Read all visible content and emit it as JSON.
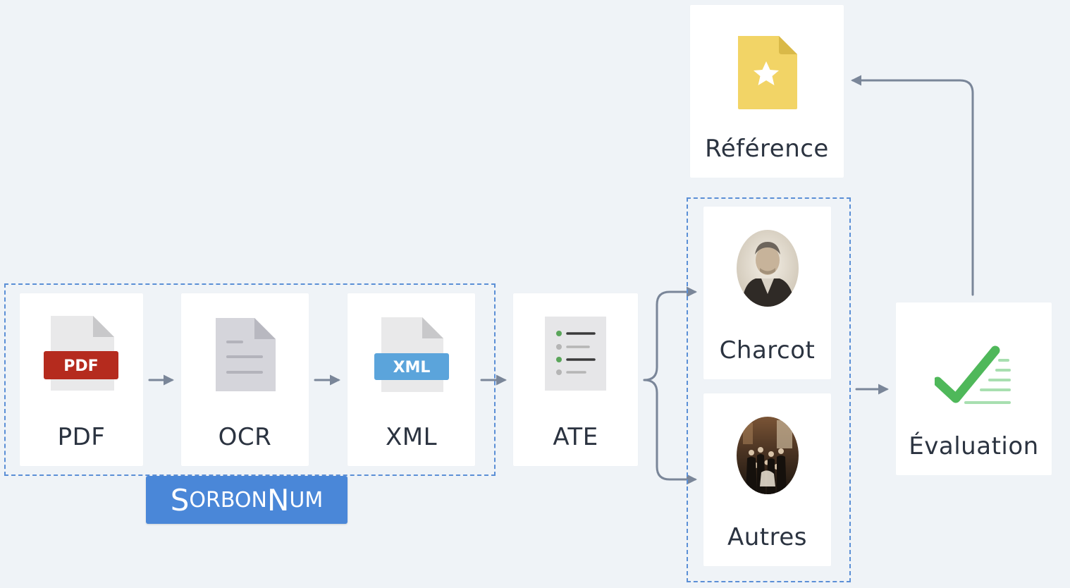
{
  "nodes": {
    "pdf": {
      "label": "PDF",
      "icon": "pdf-file-icon",
      "badge": "PDF"
    },
    "ocr": {
      "label": "OCR",
      "icon": "text-document-icon"
    },
    "xml": {
      "label": "XML",
      "icon": "xml-file-icon",
      "badge": "XML"
    },
    "ate": {
      "label": "ATE",
      "icon": "bullet-list-icon"
    },
    "charcot": {
      "label": "Charcot",
      "icon": "portrait-photo"
    },
    "autres": {
      "label": "Autres",
      "icon": "group-painting-photo"
    },
    "evaluation": {
      "label": "Évaluation",
      "icon": "checklist-icon"
    },
    "reference": {
      "label": "Référence",
      "icon": "starred-file-icon"
    }
  },
  "group_badge": {
    "part1_big": "S",
    "part1_small": "ORBON",
    "part2_big": "N",
    "part2_small": "UM"
  },
  "colors": {
    "background": "#eff3f7",
    "arrow": "#7a8699",
    "dashed_border": "#5b8fd6",
    "badge": "#4a87d8",
    "pdf_red": "#b52b1e",
    "xml_blue": "#5ba4db",
    "reference_yellow": "#f2d466",
    "check_green": "#4fb85a"
  }
}
